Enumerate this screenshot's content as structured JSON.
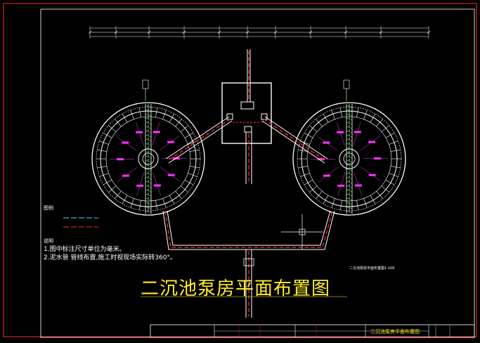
{
  "drawing": {
    "title": "二沉池泵房平面布置图",
    "legend_heading": "图例",
    "legend_items": [
      {
        "label": "",
        "color": "#33e0ff"
      },
      {
        "label": "",
        "color": "#ff2a2a"
      }
    ],
    "notes_heading": "说明",
    "notes": [
      "1.图中标注尺寸单位为毫米。",
      "2.泥水管 管线布置,施工时视现场实际转360°。"
    ],
    "scale_text": "二沉池泵房平面布置图1:100",
    "titleblock_name": "二沉池泵房平面布置图",
    "colors": {
      "background": "#000000",
      "frame": "#ffffff",
      "pipe": "#ff2a2a",
      "dimension": "#ff33ff",
      "accent": "#22ee22",
      "title": "#ffee22",
      "legend_line": "#33e0ff"
    }
  }
}
